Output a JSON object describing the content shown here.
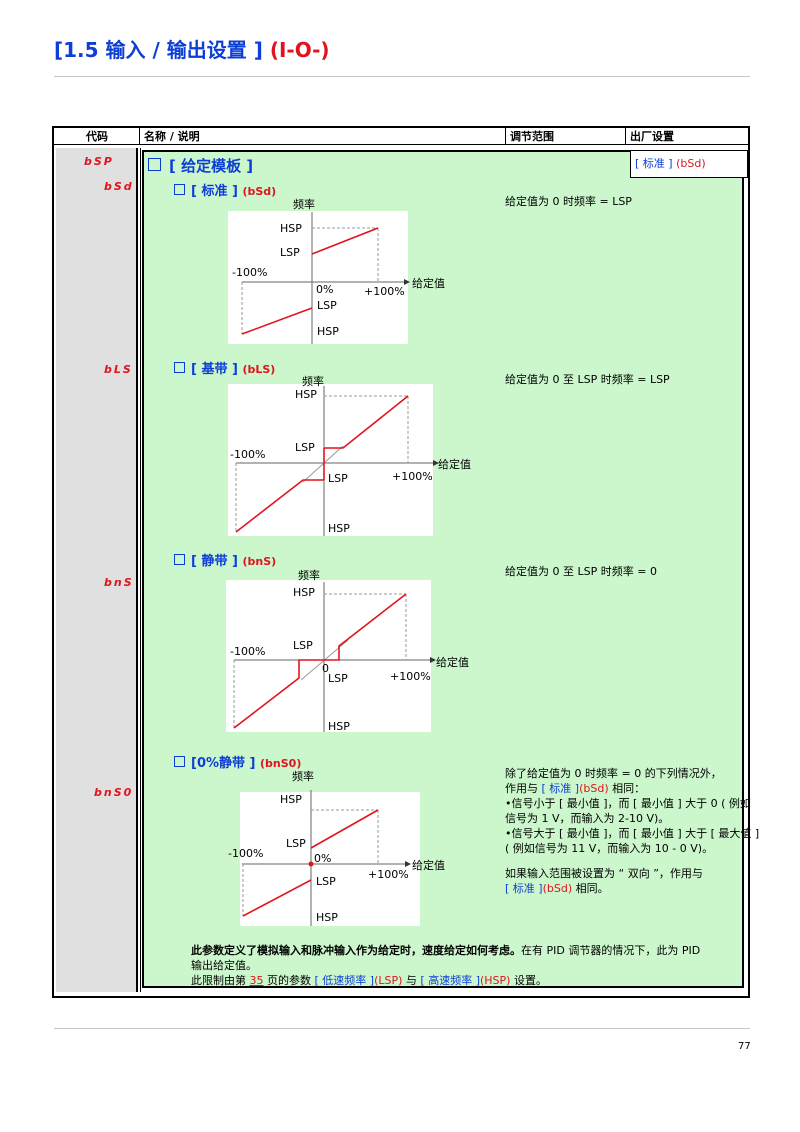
{
  "page": {
    "title": "[1.5 输入 / 输出设置 ]",
    "title_code": "(I-O-)",
    "page_number": "77"
  },
  "table_header": {
    "code": "代码",
    "name": "名称 / 说明",
    "range": "调节范围",
    "factory": "出厂设置"
  },
  "codes": {
    "bsp": "bSP",
    "bsd": "bSd",
    "bls": "bLS",
    "bns": "bnS",
    "bns0": "bnS0"
  },
  "main_param": {
    "label": "[ 给定模板 ]",
    "factory_label": "[ 标准 ]",
    "factory_code": "(bSd)"
  },
  "options": [
    {
      "label": "[ 标准 ]",
      "code": "(bSd)",
      "desc": "给定值为 0 时频率 = LSP"
    },
    {
      "label": "[ 基带 ]",
      "code": "(bLS)",
      "desc": "给定值为 0 至 LSP 时频率 = LSP"
    },
    {
      "label": "[ 静带 ]",
      "code": "(bnS)",
      "desc": "给定值为 0 至 LSP 时频率 = 0"
    },
    {
      "label": "[0%静带 ]",
      "code": "(bnS0)"
    }
  ],
  "bns0_desc": {
    "line1": "除了给定值为 0 时频率 = 0 的下列情况外，",
    "line2_a": "作用与",
    "line2_label": "[ 标准 ]",
    "line2_code": "(bSd)",
    "line2_b": "相同：",
    "line3": "•信号小于 [ 最小值 ]，而 [ 最小值 ] 大于 0 ( 例如",
    "line4": "信号为 1 V，而输入为 2-10 V)。",
    "line5": "•信号大于 [ 最小值 ]，而 [ 最小值 ] 大于 [ 最大值 ]",
    "line6": "( 例如信号为 11 V，而输入为 10 - 0 V)。",
    "line7": "如果输入范围被设置为 “ 双向 ”，作用与",
    "line8_label": "[ 标准 ]",
    "line8_code": "(bSd)",
    "line8_b": "相同。"
  },
  "graph_labels": {
    "freq": "频率",
    "setpoint": "给定值",
    "hsp": "HSP",
    "lsp": "LSP",
    "neg100": "-100%",
    "pos100": "+100%",
    "zero_pct": "0%",
    "zero": "0"
  },
  "footer": {
    "bold_text": "此参数定义了模拟输入和脉冲输入作为给定时，速度给定如何考虑。",
    "normal_text": "在有 PID 调节器的情况下，此为 PID",
    "line2": "输出给定值。",
    "line3_a": "此限制由第",
    "line3_page": "35",
    "line3_b": "页的参数",
    "lsp_label": "[ 低速频率 ]",
    "lsp_code": "(LSP)",
    "and": "与",
    "hsp_label": "[ 高速频率 ]",
    "hsp_code": "(HSP)",
    "line3_c": "设置。"
  },
  "colors": {
    "accent": "#0d3fd6",
    "code_red": "#e0141e",
    "panel_green": "#ccf7cc"
  }
}
